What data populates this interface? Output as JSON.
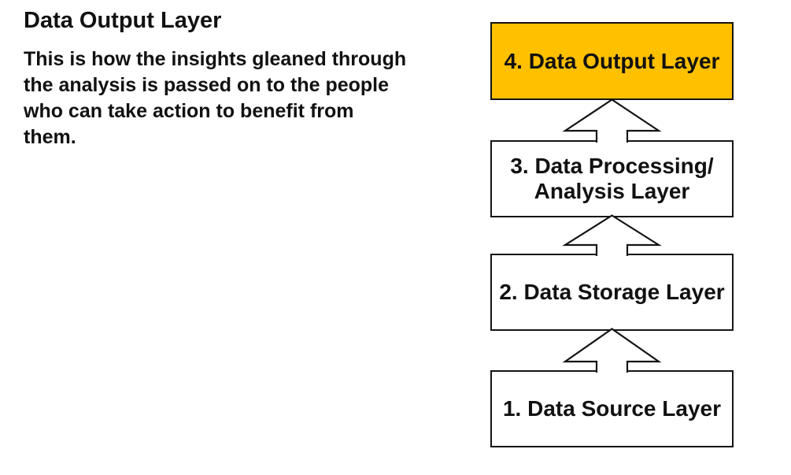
{
  "page": {
    "background_color": "#ffffff",
    "text_color": "#111111"
  },
  "left_panel": {
    "title": "Data Output Layer",
    "description": "This is how the insights gleaned through\nthe analysis is passed on to the people\nwho can take action to benefit from\nthem."
  },
  "diagram": {
    "type": "vertical-layer-stack",
    "connector": "up-block-arrow",
    "highlight_color": "#FFC000",
    "border_color": "#141414",
    "layers": [
      {
        "id": 4,
        "label": "4. Data Output Layer",
        "highlighted": true,
        "fill": "#FFC000"
      },
      {
        "id": 3,
        "label": "3. Data Processing/\nAnalysis Layer",
        "highlighted": false,
        "fill": "#FFFFFF"
      },
      {
        "id": 2,
        "label": "2. Data Storage Layer",
        "highlighted": false,
        "fill": "#FFFFFF"
      },
      {
        "id": 1,
        "label": "1. Data Source Layer",
        "highlighted": false,
        "fill": "#FFFFFF"
      }
    ]
  }
}
